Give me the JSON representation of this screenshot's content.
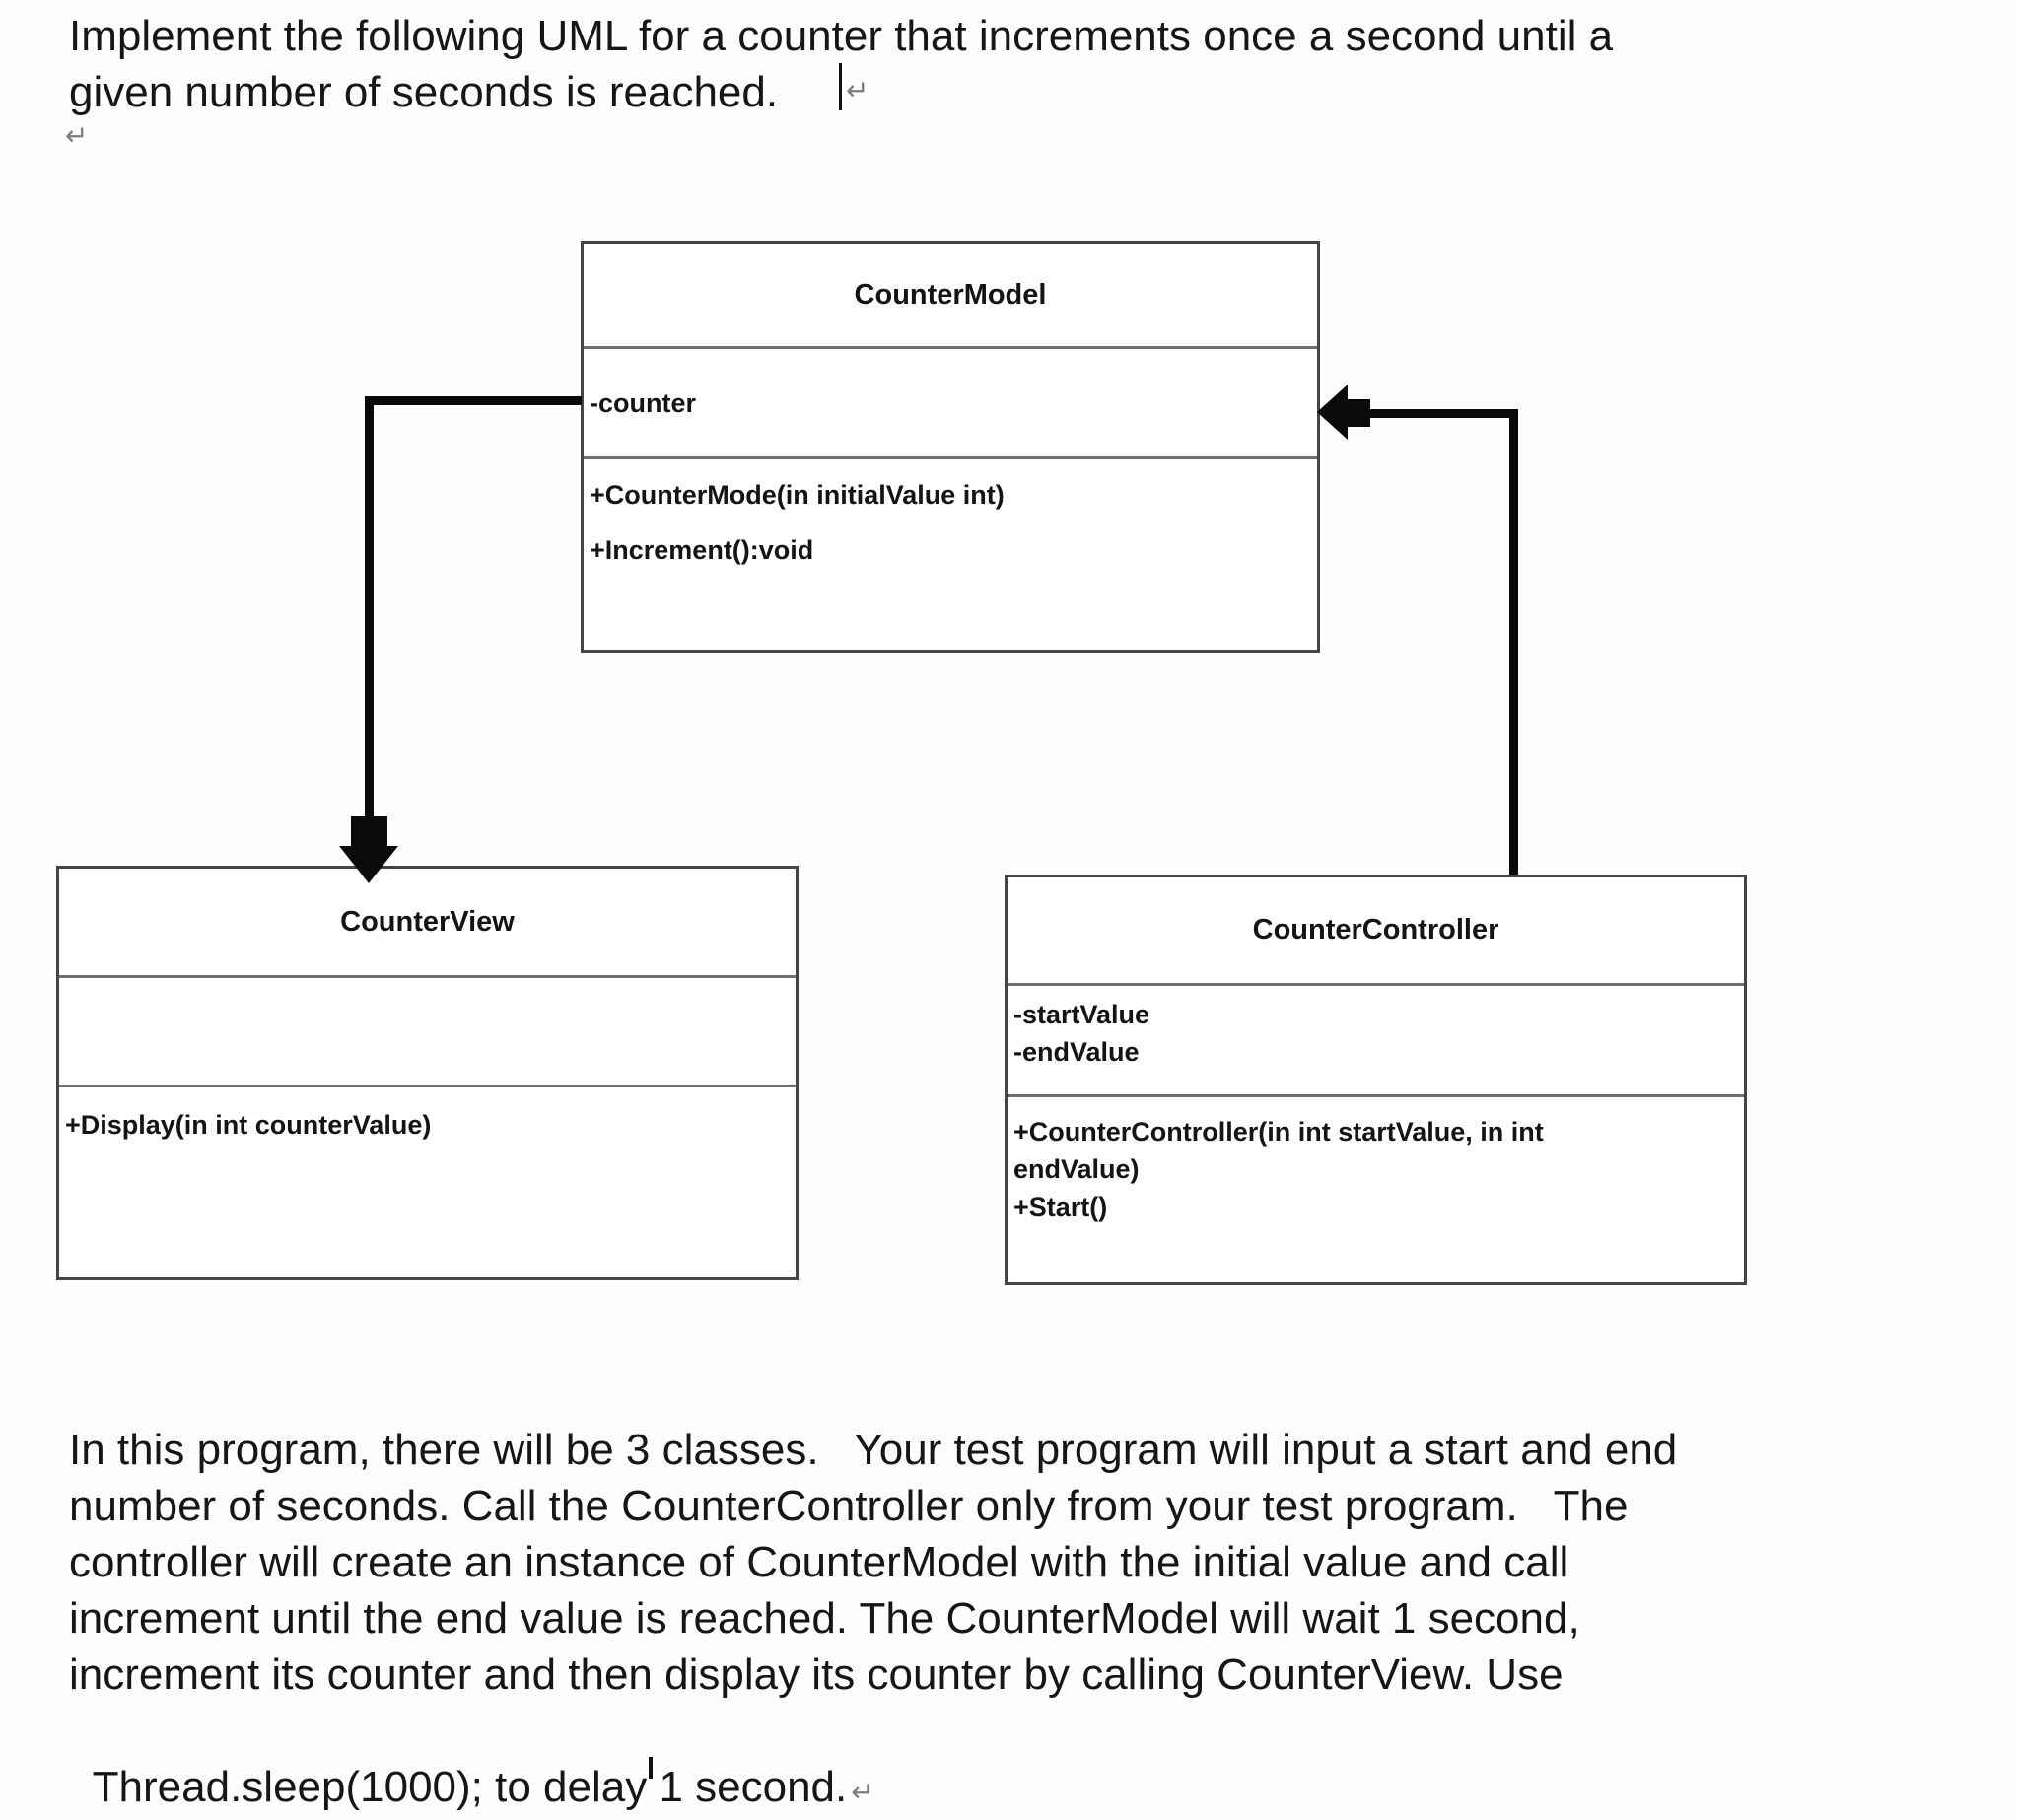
{
  "header": {
    "line1": "Implement the following UML for a counter that increments once a second until a",
    "line2": "given number of seconds is reached.",
    "line_break_mark": "↵",
    "paragraph_mark": "↵"
  },
  "diagram": {
    "counter_model": {
      "title": "CounterModel",
      "attributes": [
        "-counter"
      ],
      "methods": [
        "+CounterMode(in initialValue int)",
        "+Increment():void"
      ]
    },
    "counter_view": {
      "title": "CounterView",
      "attributes": [],
      "methods": [
        "+Display(in int counterValue)"
      ]
    },
    "counter_controller": {
      "title": "CounterController",
      "attributes": [
        "-startValue",
        "-endValue"
      ],
      "methods": [
        "+CounterController(in int startValue, in int\nendValue)",
        "+Start()"
      ]
    },
    "relations": [
      {
        "from": "CounterModel",
        "to": "CounterView",
        "style": "solid-arrow"
      },
      {
        "from": "CounterController",
        "to": "CounterModel",
        "style": "solid-arrow"
      }
    ]
  },
  "body_paragraph": {
    "lines": [
      "In this program, there will be 3 classes.   Your test program will input a start and end",
      "number of seconds. Call the CounterController only from your test program.   The",
      "controller will create an instance of CounterModel with the initial value and call",
      "increment until the end value is reached. The CounterModel will wait 1 second,",
      "increment its counter and then display its counter by calling CounterView. Use",
      "Thread.sleep(1000); to delay 1 second."
    ],
    "paragraph_mark": "↵"
  },
  "colors": {
    "box_border": "#454545",
    "compartment_separator": "#6f6f6f",
    "arrow": "#0a0a0a",
    "text": "#161616",
    "formatting_mark": "#7d7d7d"
  }
}
